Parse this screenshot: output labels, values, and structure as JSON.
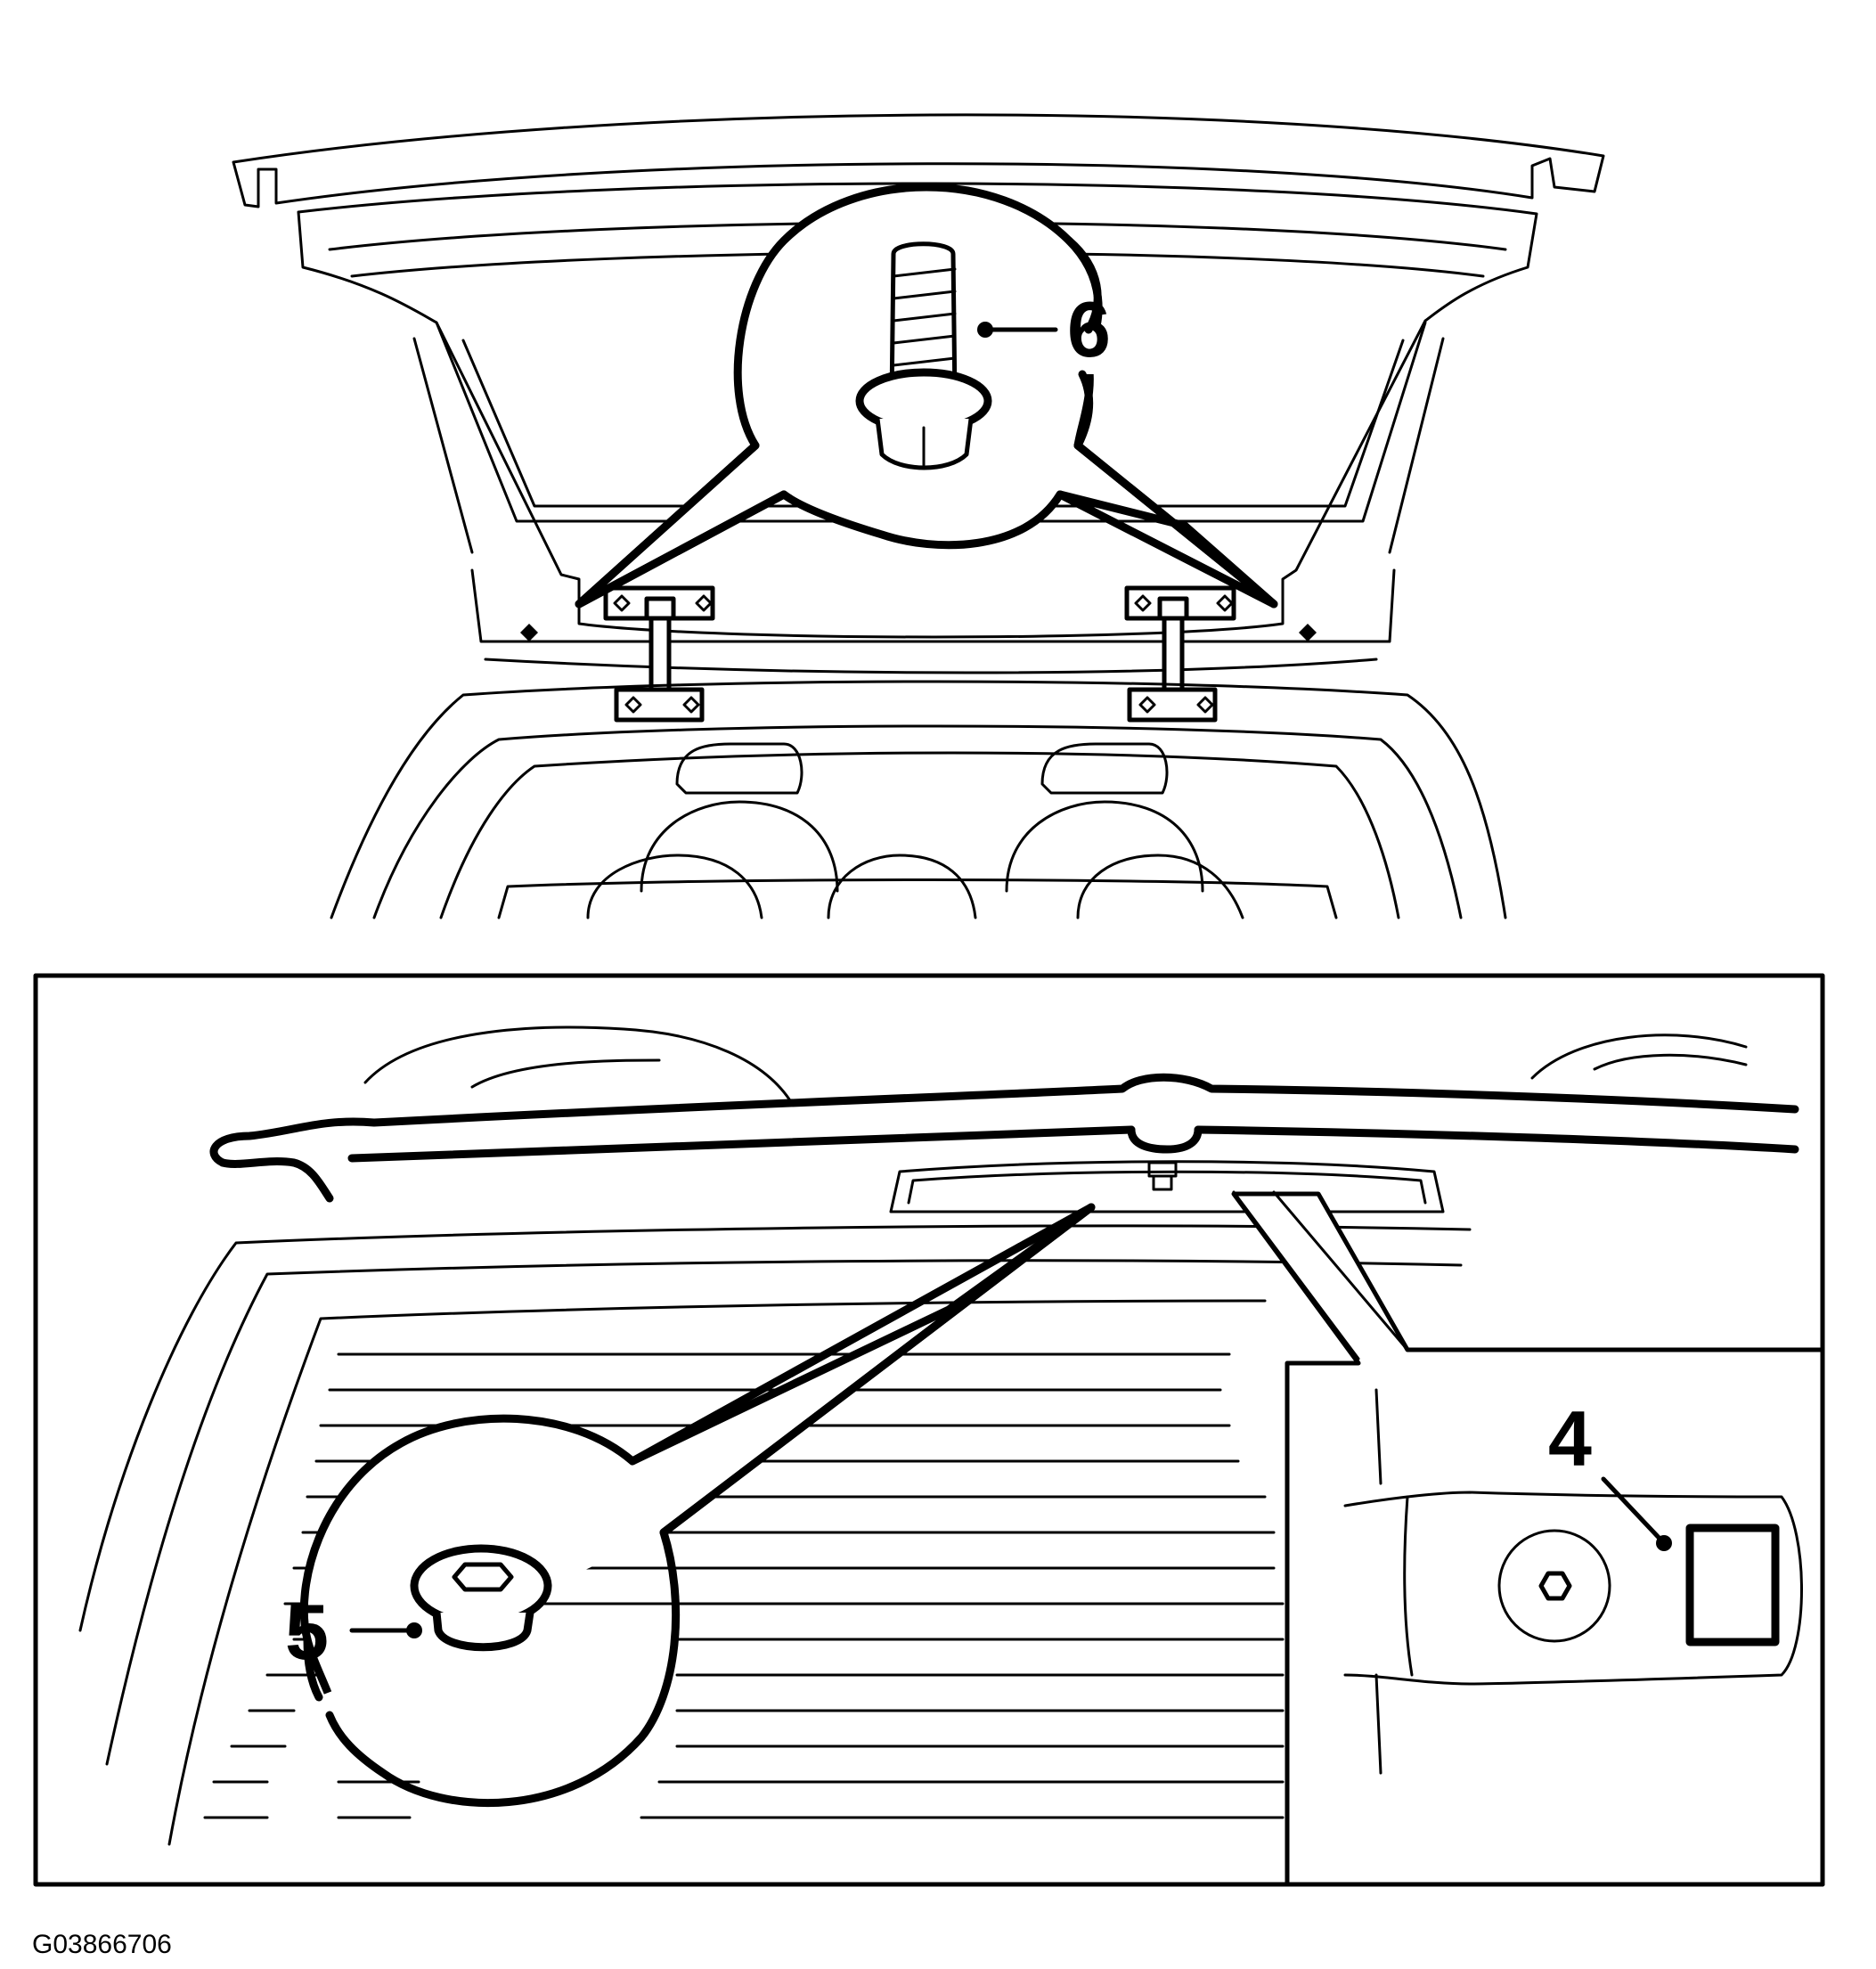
{
  "figure": {
    "figure_id": "G03866706",
    "callouts": {
      "bolt": "6",
      "nut": "5",
      "bracket": "4"
    }
  }
}
